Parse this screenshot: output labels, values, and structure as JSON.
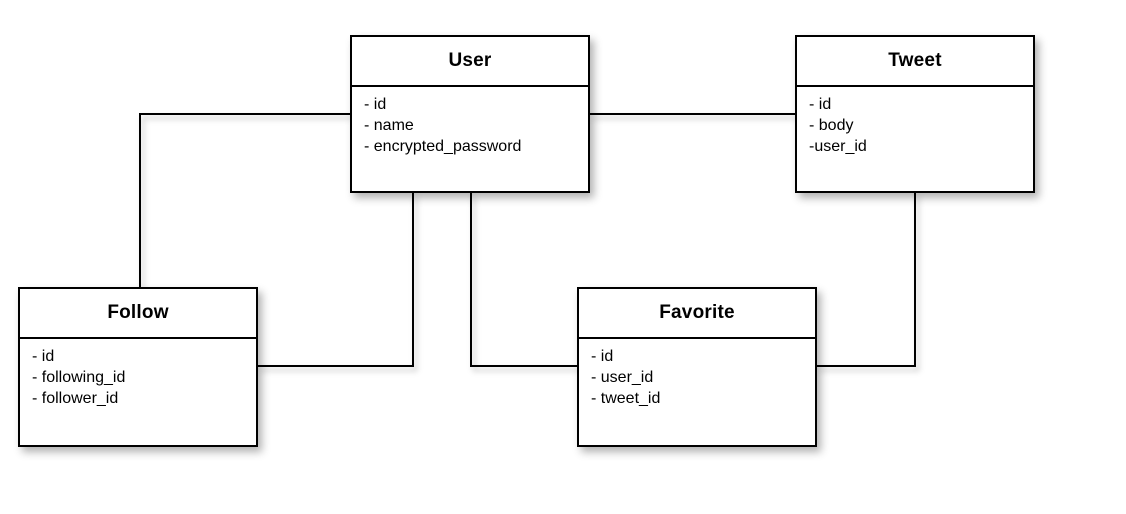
{
  "diagram": {
    "type": "entity-relationship",
    "colors": {
      "background": "#ffffff",
      "box_fill": "#ffffff",
      "box_border": "#000000",
      "text": "#000000"
    },
    "entities": [
      {
        "name": "User",
        "fields": [
          "- id",
          "- name",
          "- encrypted_password"
        ]
      },
      {
        "name": "Tweet",
        "fields": [
          "- id",
          "- body",
          "-user_id"
        ]
      },
      {
        "name": "Follow",
        "fields": [
          "- id",
          "- following_id",
          "- follower_id"
        ]
      },
      {
        "name": "Favorite",
        "fields": [
          "- id",
          "- user_id",
          "- tweet_id"
        ]
      }
    ],
    "connections": [
      {
        "from": "User",
        "to": "Follow",
        "route": "user-left-to-follow-top"
      },
      {
        "from": "User",
        "to": "Tweet",
        "route": "user-right-to-tweet-left"
      },
      {
        "from": "User",
        "to": "Follow",
        "route": "user-bottom-to-follow-right"
      },
      {
        "from": "User",
        "to": "Favorite",
        "route": "user-bottom-to-favorite-left"
      },
      {
        "from": "Tweet",
        "to": "Favorite",
        "route": "tweet-bottom-to-favorite-right"
      }
    ]
  }
}
